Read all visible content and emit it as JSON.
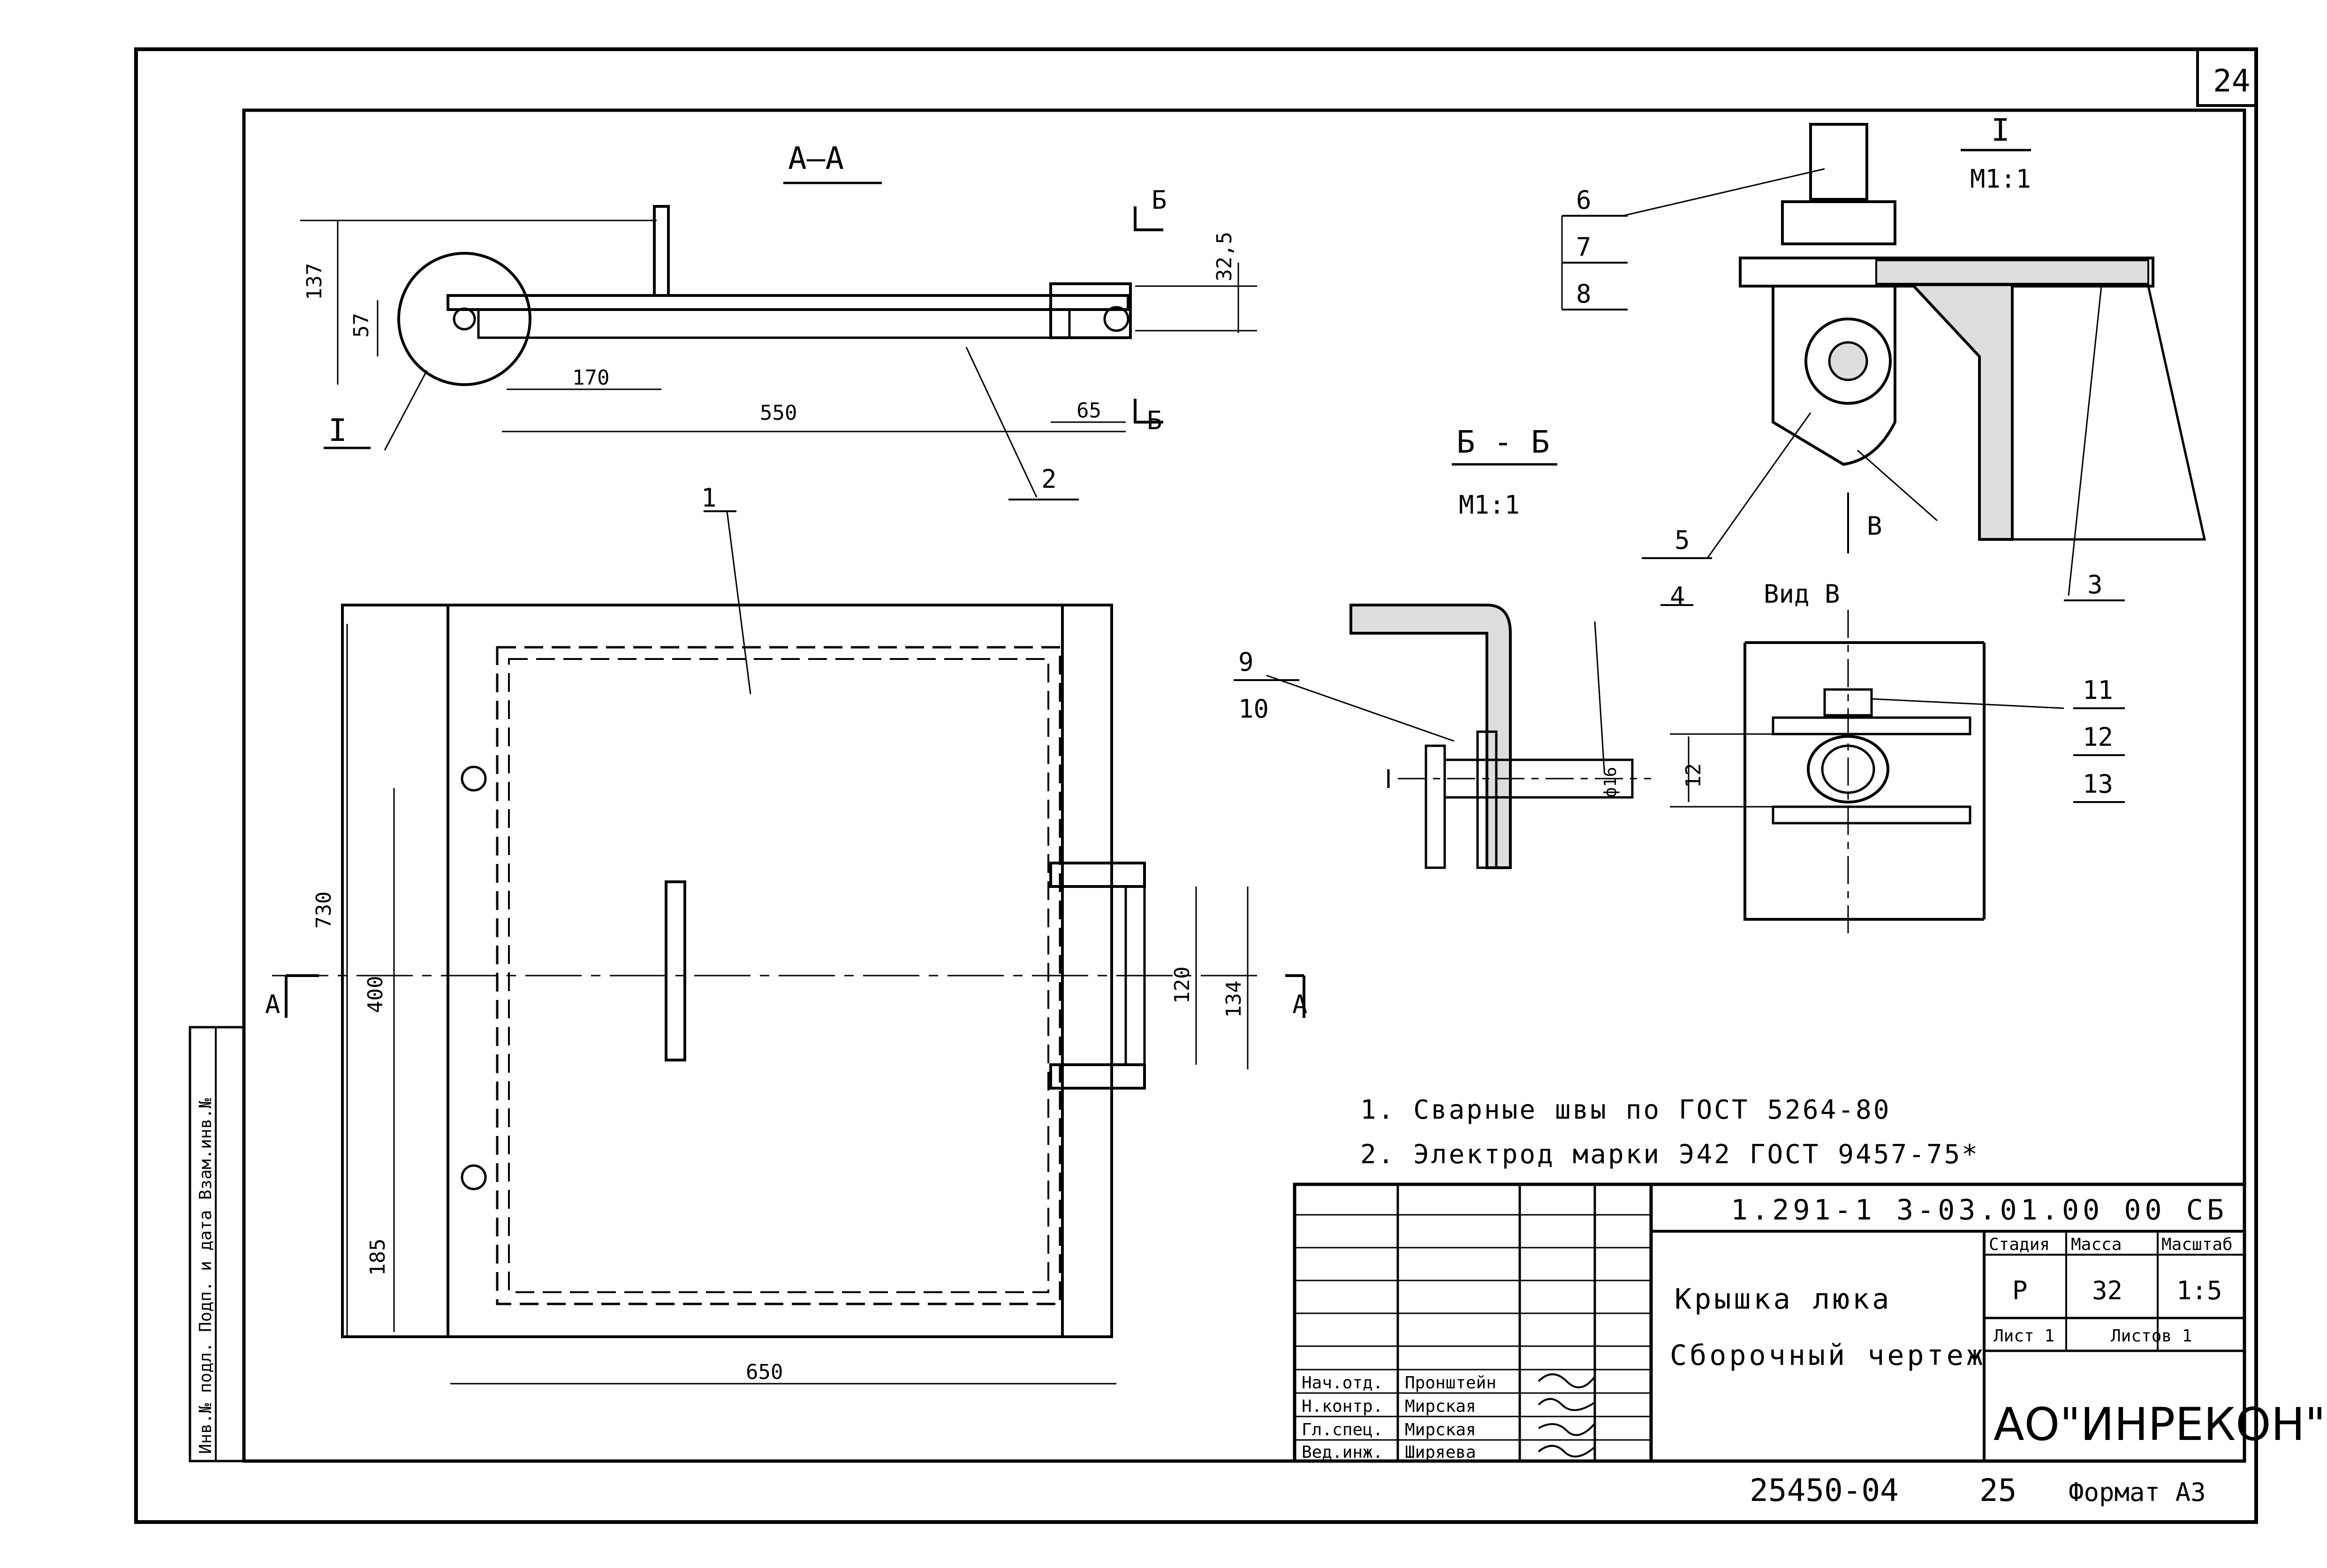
{
  "sheet_number": "24",
  "section_aa": "А–А",
  "section_bb": "Б - Б",
  "section_bb_scale": "М1:1",
  "detail_label": "I",
  "detail_scale": "М1:1",
  "view_label": "Вид В",
  "cut_b": "Б",
  "cut_v": "В",
  "cut_a": "А",
  "dims": {
    "d137": "137",
    "d57": "57",
    "d325": "32,5",
    "d170": "170",
    "d550": "550",
    "d65": "65",
    "d730": "730",
    "d400": "400",
    "d185": "185",
    "d650": "650",
    "d120": "120",
    "d134": "134",
    "d12": "12",
    "d16": "ф16"
  },
  "parts": [
    "1",
    "2",
    "3",
    "4",
    "5",
    "6",
    "7",
    "8",
    "9",
    "10",
    "11",
    "12",
    "13"
  ],
  "notes": [
    "1. Сварные швы  по ГОСТ 5264-80",
    "2. Электрод марки Э42 ГОСТ 9457-75*"
  ],
  "title_block": {
    "doc_code": "1.291-1 3-03.01.00 00 СБ",
    "title_line1": "Крышка люка",
    "title_line2": "Сборочный чертеж",
    "stage_header": "Стадия",
    "mass_header": "Масса",
    "scale_header": "Масштаб",
    "stage": "Р",
    "mass": "32",
    "scale": "1:5",
    "sheet_label": "Лист 1",
    "sheets_label": "Листов 1",
    "company": "АО\"ИНРЕКОН\"",
    "roles": [
      "Нач.отд.",
      "Н.контр.",
      "Гл.спец.",
      "Вед.инж."
    ],
    "names": [
      "Пронштейн",
      "Мирская",
      "Мирская",
      "Ширяева"
    ]
  },
  "side_stamp": "Инв.№ подл.  Подп. и дата  Взам.инв.№",
  "bottom_code": "25450-04",
  "bottom_num": "25",
  "format": "Формат А3"
}
